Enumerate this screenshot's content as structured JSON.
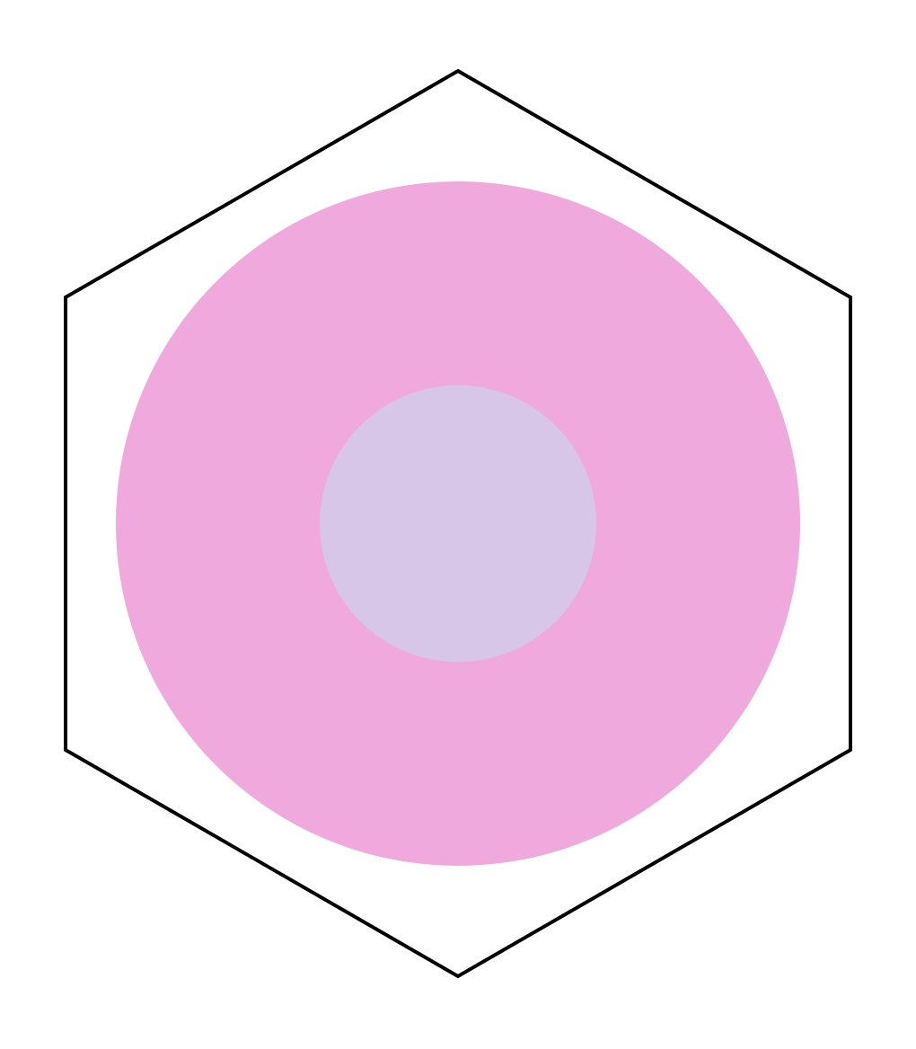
{
  "diagram": {
    "shapes": [
      "hexagon-outline",
      "outer-circle",
      "inner-circle"
    ],
    "colors": {
      "background": "#ffffff",
      "hexagon_stroke": "#000000",
      "outer_circle_fill": "#f0a9dc",
      "inner_circle_fill": "#d7c6e8"
    }
  }
}
